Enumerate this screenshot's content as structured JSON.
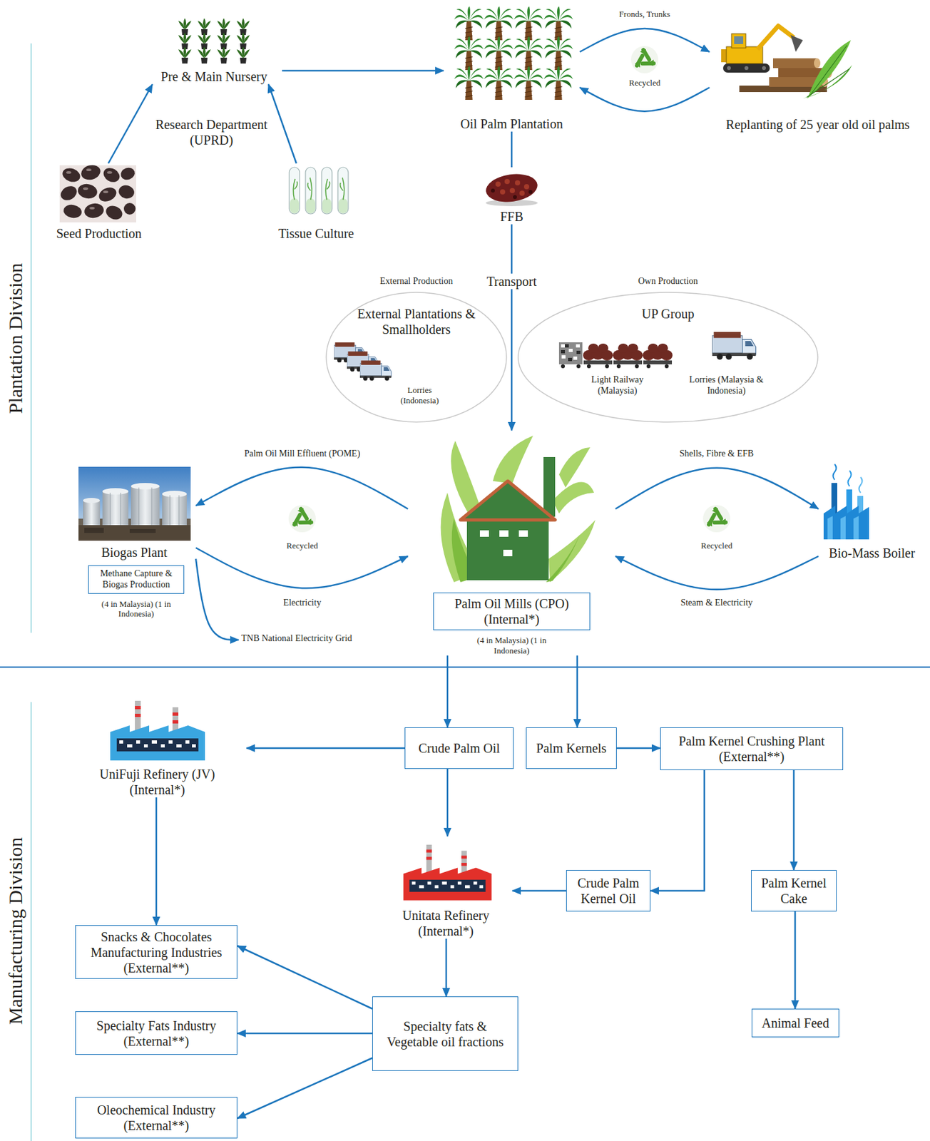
{
  "diagram": {
    "nodes": [
      {
        "text": [
          "Pre & Main Nursery"
        ]
      },
      {
        "text": [
          "Oil Palm Plantation"
        ]
      },
      {
        "text": [
          "Replanting of 25 year old oil palms"
        ]
      },
      {
        "text": [
          "Seed Production"
        ]
      },
      {
        "text": [
          "Tissue Culture"
        ]
      },
      {
        "text": [
          "FFB"
        ]
      },
      {
        "text": [
          "External Production",
          "External Plantations & Smallholders",
          "Lorries (Indonesia)"
        ]
      },
      {
        "text": [
          "Own Production",
          "UP Group",
          "Light Railway (Malaysia)",
          "Lorries (Malaysia & Indonesia)"
        ]
      },
      {
        "text": [
          "Biogas Plant"
        ]
      },
      {
        "text": [
          "Palm Oil Mills (CPO) (Internal*)",
          "(4 in Malaysia) (1 in Indonesia)"
        ]
      },
      {
        "text": [
          "Bio-Mass Boiler"
        ]
      },
      {
        "text": [
          "Methane Capture & Biogas Production",
          "(4 in Malaysia) (1 in Indonesia)"
        ]
      },
      {
        "text": [
          "TNB National Electricity Grid"
        ]
      },
      {
        "text": [
          "UniFuji Refinery (JV) (Internal*)"
        ]
      },
      {
        "text": [
          "Crude Palm Oil"
        ]
      },
      {
        "text": [
          "Palm Kernels"
        ]
      },
      {
        "text": [
          "Palm Kernel Crushing Plant (External**)"
        ]
      },
      {
        "text": [
          "Unitata Refinery (Internal*)"
        ]
      },
      {
        "text": [
          "Crude Palm Kernel Oil"
        ]
      },
      {
        "text": [
          "Palm Kernel Cake"
        ]
      },
      {
        "text": [
          "Snacks & Chocolates Manufacturing Industries (External**)"
        ]
      },
      {
        "text": [
          "Specialty fats & Vegetable oil fractions"
        ]
      },
      {
        "text": [
          "Specialty Fats Industry (External**)"
        ]
      },
      {
        "text": [
          "Animal Feed"
        ]
      },
      {
        "text": [
          "Oleochemical Industry (External**)"
        ]
      }
    ],
    "edges": [
      {
        "from": 3,
        "to": 0,
        "arrow": "to"
      },
      {
        "from": 4,
        "to": 0,
        "arrow": "to"
      },
      {
        "from": 0,
        "to": 1,
        "arrow": "to"
      },
      {
        "from": 1,
        "to": 2,
        "label": "Fronds, Trunks",
        "arrow": "to"
      },
      {
        "from": 2,
        "to": 1,
        "arrow": "to"
      },
      {
        "from": 1,
        "to": 5,
        "arrow": "none"
      },
      {
        "from": 5,
        "to": 9,
        "label": "Transport",
        "arrow": "to"
      },
      {
        "from": 9,
        "to": 8,
        "label": "Palm Oil Mill Effluent (POME)",
        "arrow": "to"
      },
      {
        "from": 8,
        "to": 9,
        "label": "Electricity",
        "arrow": "to"
      },
      {
        "from": 8,
        "to": 12,
        "arrow": "to"
      },
      {
        "from": 9,
        "to": 10,
        "label": "Shells, Fibre & EFB",
        "arrow": "to"
      },
      {
        "from": 10,
        "to": 9,
        "label": "Steam & Electricity",
        "arrow": "to"
      },
      {
        "from": 9,
        "to": 14,
        "arrow": "to"
      },
      {
        "from": 9,
        "to": 15,
        "arrow": "to"
      },
      {
        "from": 14,
        "to": 13,
        "arrow": "to"
      },
      {
        "from": 14,
        "to": 17,
        "arrow": "to"
      },
      {
        "from": 15,
        "to": 16,
        "arrow": "to"
      },
      {
        "from": 16,
        "to": 18,
        "arrow": "to"
      },
      {
        "from": 18,
        "to": 17,
        "arrow": "to"
      },
      {
        "from": 16,
        "to": 19,
        "arrow": "to"
      },
      {
        "from": 19,
        "to": 23,
        "arrow": "to"
      },
      {
        "from": 13,
        "to": 20,
        "arrow": "to"
      },
      {
        "from": 17,
        "to": 21,
        "arrow": "to"
      },
      {
        "from": 21,
        "to": 20,
        "arrow": "to"
      },
      {
        "from": 21,
        "to": 22,
        "arrow": "to"
      },
      {
        "from": 21,
        "to": 24,
        "arrow": "to"
      }
    ],
    "labels": [
      "Plantation Division",
      "Manufacturing Division",
      "Research Department (UPRD)",
      "Recycled",
      "Recycled",
      "Recycled"
    ]
  }
}
